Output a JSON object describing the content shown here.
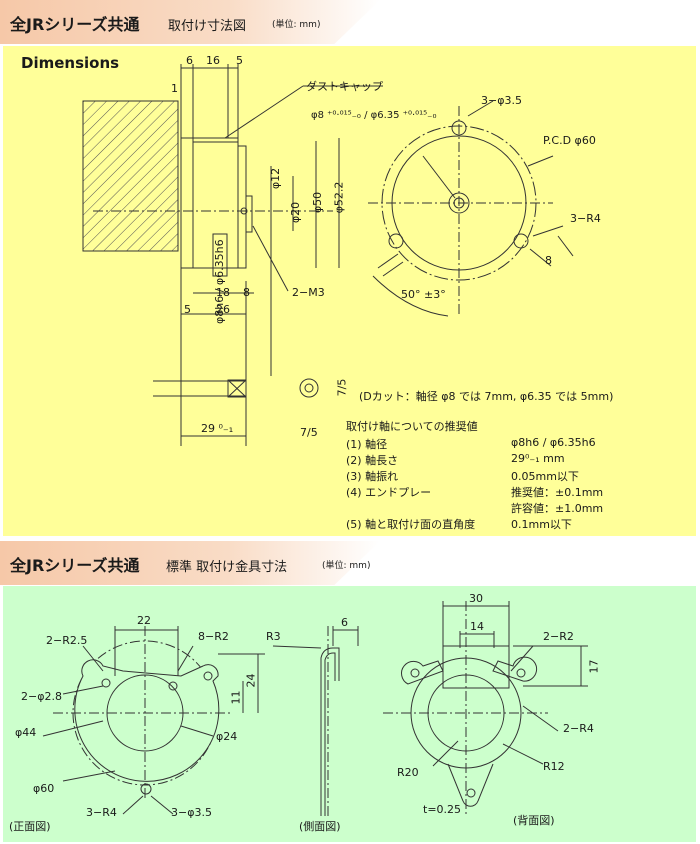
{
  "section1": {
    "title": "全JRシリーズ共通",
    "subtitle": "取付け寸法図",
    "unit": "(単位: mm)",
    "heading": "Dimensions",
    "callouts": {
      "dust_cap": "ダストキャップ",
      "shaft_dia": "φ8 ⁺⁰·⁰¹⁵₋₀ / φ6.35 ⁺⁰·⁰¹⁵₋₀",
      "holes": "3−φ3.5",
      "pcd": "P.C.D φ60",
      "r4": "3−R4",
      "m3": "2−M3",
      "angle": "50° ±3°",
      "dim8": "8",
      "shaft_h6": "φ8h6 / φ6.35h6",
      "shaft_h6_2": "φ8h6 / φ6.35h6"
    },
    "dims": {
      "d6": "6",
      "d16": "16",
      "d5": "5",
      "d1": "1",
      "d12": "φ12",
      "d20": "φ20",
      "d50": "φ50",
      "d52": "φ52.2",
      "d18": "18",
      "d8": "8",
      "d5b": "5",
      "d26": "26",
      "d29": "29 ⁰₋₁",
      "d75a": "7/5",
      "d75b": "7/5"
    },
    "dcut_note": "(Dカット：軸径 φ8 では 7mm, φ6.35 では 5mm)",
    "rec_title": "取付け軸についての推奨値",
    "rec_rows": [
      {
        "item": "(1) 軸径",
        "value": "φ8h6 / φ6.35h6"
      },
      {
        "item": "(2) 軸長さ",
        "value": "29⁰₋₁ mm"
      },
      {
        "item": "(3) 軸振れ",
        "value": "0.05mm以下"
      },
      {
        "item": "(4) エンドプレー",
        "value": "推奨値：±0.1mm"
      },
      {
        "item": "",
        "value": "許容値：±1.0mm"
      },
      {
        "item": "(5) 軸と取付け面の直角度",
        "value": "0.1mm以下"
      }
    ]
  },
  "section2": {
    "title": "全JRシリーズ共通",
    "subtitle": "標準 取付け金具寸法",
    "unit": "(単位: mm)",
    "front": {
      "d22": "22",
      "r25": "2−R2.5",
      "r2": "8−R2",
      "d28": "2−φ2.8",
      "d44": "φ44",
      "d24v": "24",
      "d11": "11",
      "d24": "φ24",
      "d60": "φ60",
      "r4": "3−R4",
      "d35": "3−φ3.5",
      "caption": "(正面図)"
    },
    "side": {
      "r3": "R3",
      "d6": "6",
      "caption": "(側面図)"
    },
    "back": {
      "d30": "30",
      "d14": "14",
      "r2": "2−R2",
      "d17": "17",
      "r4": "2−R4",
      "r20": "R20",
      "r12": "R12",
      "t": "t=0.25",
      "caption": "(背面図)"
    }
  }
}
